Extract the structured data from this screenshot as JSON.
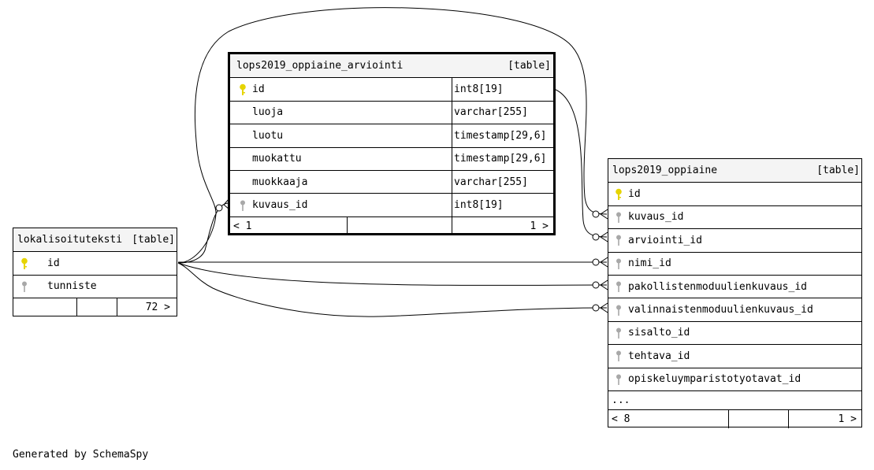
{
  "tables": {
    "arviointi": {
      "name": "lops2019_oppiaine_arviointi",
      "tag": "[table]",
      "columns": [
        {
          "name": "id",
          "type": "int8[19]",
          "key": "primary"
        },
        {
          "name": "luoja",
          "type": "varchar[255]",
          "key": "none"
        },
        {
          "name": "luotu",
          "type": "timestamp[29,6]",
          "key": "none"
        },
        {
          "name": "muokattu",
          "type": "timestamp[29,6]",
          "key": "none"
        },
        {
          "name": "muokkaaja",
          "type": "varchar[255]",
          "key": "none"
        },
        {
          "name": "kuvaus_id",
          "type": "int8[19]",
          "key": "foreign"
        }
      ],
      "footer": {
        "parents": "< 1",
        "children": "1 >"
      }
    },
    "oppiaine": {
      "name": "lops2019_oppiaine",
      "tag": "[table]",
      "columns": [
        {
          "name": "id",
          "key": "primary"
        },
        {
          "name": "kuvaus_id",
          "key": "foreign"
        },
        {
          "name": "arviointi_id",
          "key": "foreign"
        },
        {
          "name": "nimi_id",
          "key": "foreign"
        },
        {
          "name": "pakollistenmoduulienkuvaus_id",
          "key": "foreign"
        },
        {
          "name": "valinnaistenmoduulienkuvaus_id",
          "key": "foreign"
        },
        {
          "name": "sisalto_id",
          "key": "foreign"
        },
        {
          "name": "tehtava_id",
          "key": "foreign"
        },
        {
          "name": "opiskeluymparistotyotavat_id",
          "key": "foreign"
        }
      ],
      "more": "...",
      "footer": {
        "parents": "< 8",
        "children": "1 >"
      }
    },
    "lokalisoituteksti": {
      "name": "lokalisoituteksti",
      "tag": "[table]",
      "columns": [
        {
          "name": "id",
          "key": "primary"
        },
        {
          "name": "tunniste",
          "key": "foreign"
        }
      ],
      "footer": {
        "children": "72 >"
      }
    }
  },
  "colors": {
    "primary_key": "#e6d400",
    "foreign_key": "#a8a8a8",
    "header_bg": "#f4f4f4"
  },
  "footer_text": "Generated by SchemaSpy"
}
